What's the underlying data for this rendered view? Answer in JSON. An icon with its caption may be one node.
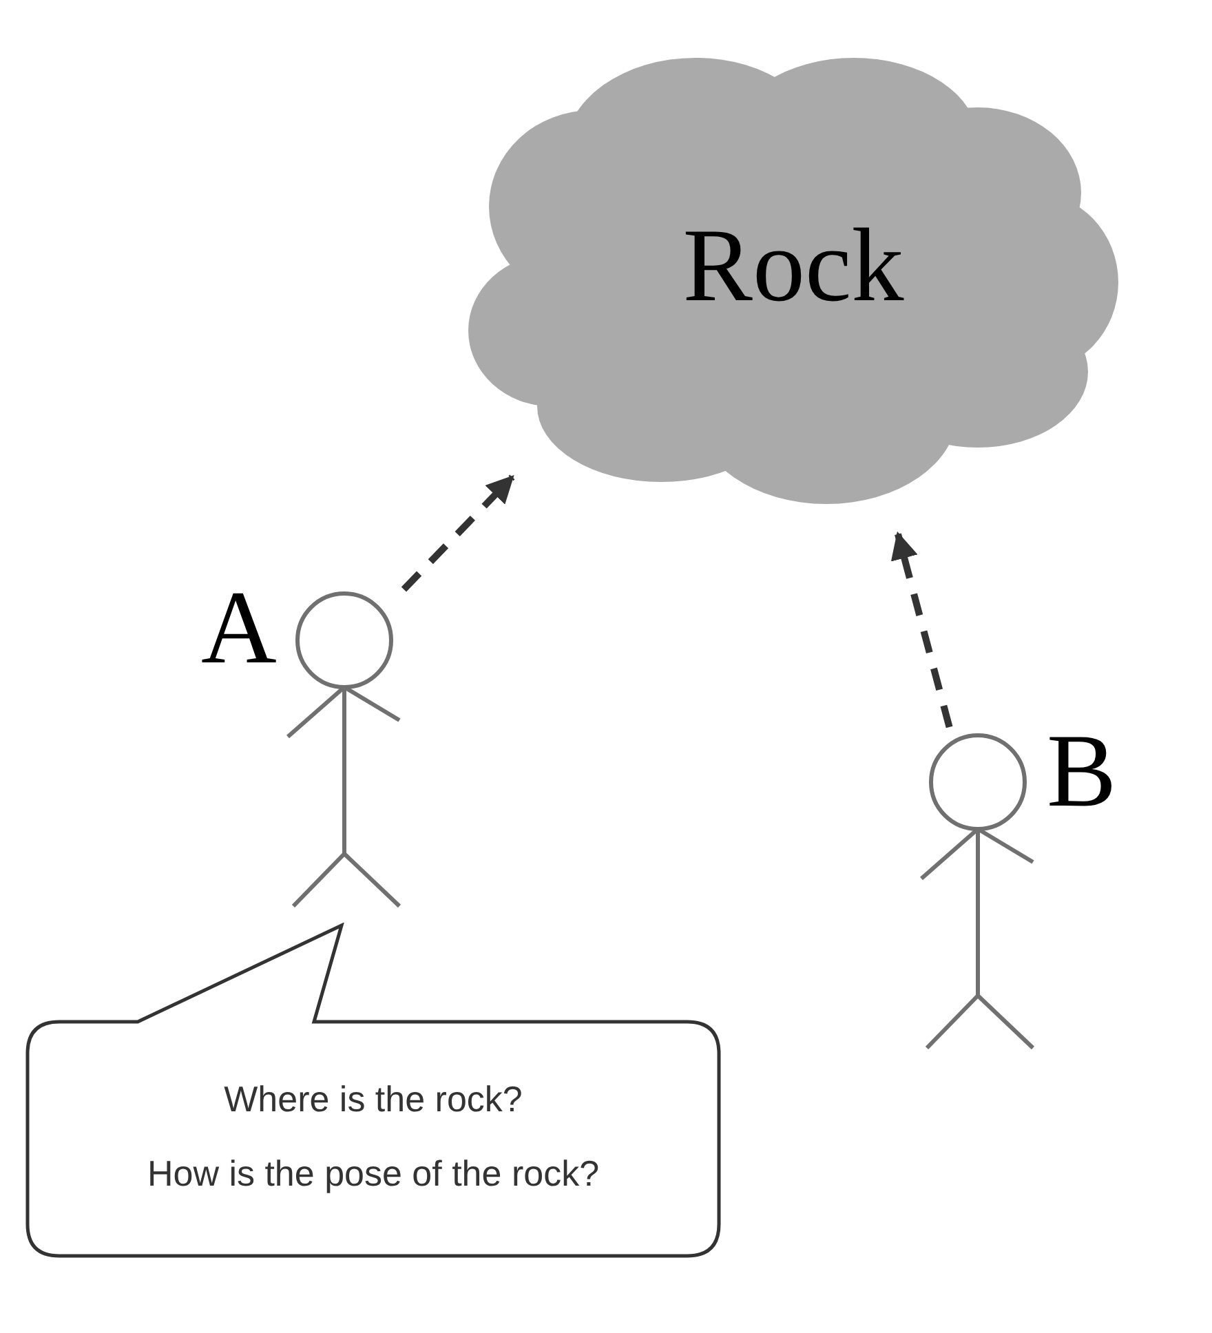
{
  "diagram": {
    "nodes": [
      {
        "text": [
          "Rock"
        ]
      },
      {
        "text": [],
        "shape": "person",
        "beside": [
          "A"
        ]
      },
      {
        "text": [],
        "shape": "person",
        "beside": [
          "B"
        ]
      },
      {
        "text": [
          "Where is the rock?",
          "How is the pose of the rock?"
        ]
      }
    ],
    "edges": [
      {
        "from": 1,
        "to": 0,
        "arrow": "to",
        "style": "dashed"
      },
      {
        "from": 2,
        "to": 0,
        "arrow": "to",
        "style": "dashed"
      }
    ]
  }
}
